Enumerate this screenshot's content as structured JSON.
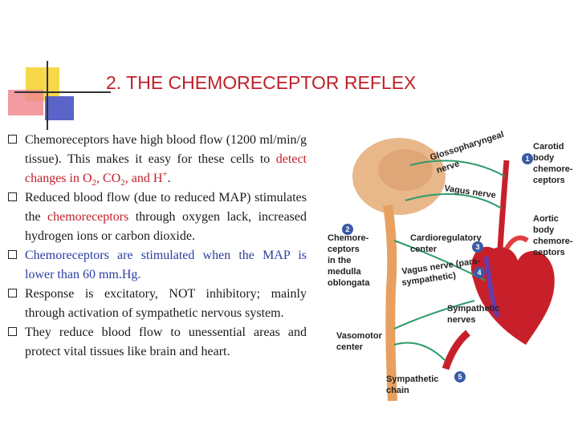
{
  "title": "2. THE CHEMORECEPTOR REFLEX",
  "bullets": [
    {
      "pre": "Chemoreceptors have high blood flow (1200 ml/min/g tissue). This makes it easy for these cells to ",
      "highlight": "detect changes in O",
      "o2_sub": "2",
      "mid1": ", CO",
      "co2_sub": "2",
      "mid2": ", and H",
      "h_sup": "+",
      "post": "."
    },
    {
      "pre": "Reduced blood flow (due to reduced MAP) stimulates the ",
      "highlight": "chemoreceptors",
      "post": " through oxygen lack, increased hydrogen ions or carbon dioxide."
    },
    {
      "text": "Chemoreceptors are stimulated when the MAP is lower than 60 mm.Hg."
    },
    {
      "text": "Response is excitatory, NOT inhibitory; mainly through activation of sympathetic nervous system."
    },
    {
      "text": "They reduce blood flow to unessential areas and protect vital tissues like brain and heart."
    }
  ],
  "diagram": {
    "labels": {
      "glosso1": "Glossopharyngeal",
      "glosso2": "nerve",
      "carotid1": "Carotid",
      "carotid2": "body",
      "carotid3": "chemore-",
      "carotid4": "ceptors",
      "vagus": "Vagus nerve",
      "aortic1": "Aortic",
      "aortic2": "body",
      "aortic3": "chemore-",
      "aortic4": "ceptors",
      "chemo1": "Chemore-",
      "chemo2": "ceptors",
      "chemo3": "in the",
      "chemo4": "medulla",
      "chemo5": "oblongata",
      "cardio1": "Cardioregulatory",
      "cardio2": "center",
      "vagus_para1": "Vagus nerve (para-",
      "vagus_para2": "sympathetic)",
      "symp_nerves1": "Sympathetic",
      "symp_nerves2": "nerves",
      "vaso1": "Vasomotor",
      "vaso2": "center",
      "symp_chain1": "Sympathetic",
      "symp_chain2": "chain"
    },
    "numbers": [
      "1",
      "2",
      "3",
      "4",
      "5"
    ],
    "colors": {
      "nerve_green": "#2e9a6a",
      "badge_blue": "#3a5aa8",
      "heart_red": "#c8202a",
      "brain_tan": "#e8b88a"
    }
  }
}
